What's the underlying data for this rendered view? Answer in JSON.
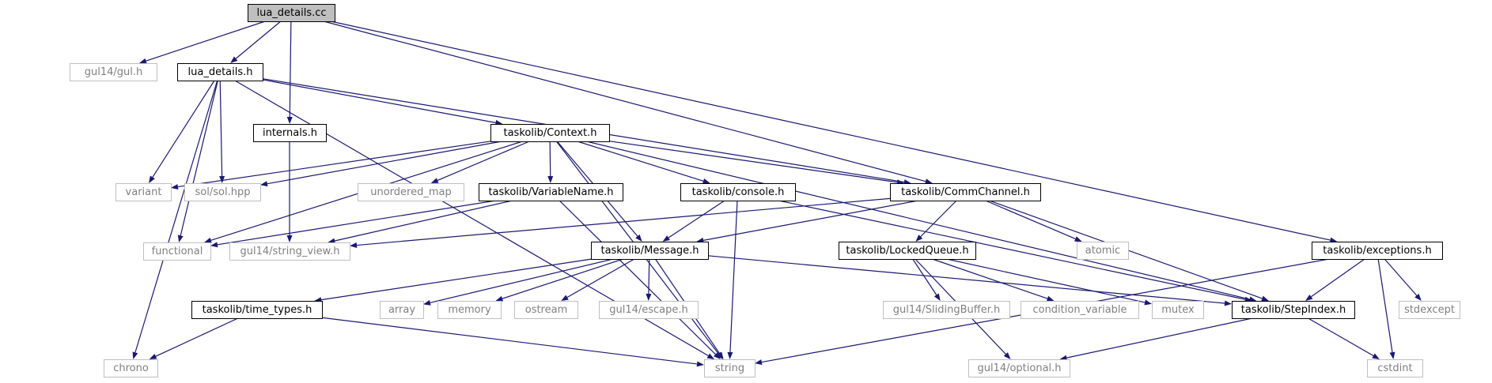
{
  "diagram": {
    "nodes": [
      {
        "id": "lua_details_cc",
        "label": "lua_details.cc",
        "kind": "root"
      },
      {
        "id": "gul14_gul_h",
        "label": "gul14/gul.h",
        "kind": "system"
      },
      {
        "id": "lua_details_h",
        "label": "lua_details.h",
        "kind": "project"
      },
      {
        "id": "internals_h",
        "label": "internals.h",
        "kind": "project"
      },
      {
        "id": "context_h",
        "label": "taskolib/Context.h",
        "kind": "project"
      },
      {
        "id": "commchannel_h",
        "label": "taskolib/CommChannel.h",
        "kind": "project"
      },
      {
        "id": "exceptions_h",
        "label": "taskolib/exceptions.h",
        "kind": "project"
      },
      {
        "id": "variant",
        "label": "variant",
        "kind": "system"
      },
      {
        "id": "sol_hpp",
        "label": "sol/sol.hpp",
        "kind": "system"
      },
      {
        "id": "unordered_map",
        "label": "unordered_map",
        "kind": "system"
      },
      {
        "id": "variablename_h",
        "label": "taskolib/VariableName.h",
        "kind": "project"
      },
      {
        "id": "console_h",
        "label": "taskolib/console.h",
        "kind": "project"
      },
      {
        "id": "functional",
        "label": "functional",
        "kind": "system"
      },
      {
        "id": "string_view_h",
        "label": "gul14/string_view.h",
        "kind": "system"
      },
      {
        "id": "message_h",
        "label": "taskolib/Message.h",
        "kind": "project"
      },
      {
        "id": "lockedqueue_h",
        "label": "taskolib/LockedQueue.h",
        "kind": "project"
      },
      {
        "id": "atomic",
        "label": "atomic",
        "kind": "system"
      },
      {
        "id": "time_types_h",
        "label": "taskolib/time_types.h",
        "kind": "project"
      },
      {
        "id": "array",
        "label": "array",
        "kind": "system"
      },
      {
        "id": "memory",
        "label": "memory",
        "kind": "system"
      },
      {
        "id": "ostream",
        "label": "ostream",
        "kind": "system"
      },
      {
        "id": "escape_h",
        "label": "gul14/escape.h",
        "kind": "system"
      },
      {
        "id": "slidingbuffer_h",
        "label": "gul14/SlidingBuffer.h",
        "kind": "system"
      },
      {
        "id": "condition_variable",
        "label": "condition_variable",
        "kind": "system"
      },
      {
        "id": "mutex",
        "label": "mutex",
        "kind": "system"
      },
      {
        "id": "stepindex_h",
        "label": "taskolib/StepIndex.h",
        "kind": "project"
      },
      {
        "id": "stdexcept",
        "label": "stdexcept",
        "kind": "system"
      },
      {
        "id": "chrono",
        "label": "chrono",
        "kind": "system"
      },
      {
        "id": "string",
        "label": "string",
        "kind": "system"
      },
      {
        "id": "optional_h",
        "label": "gul14/optional.h",
        "kind": "system"
      },
      {
        "id": "cstdint",
        "label": "cstdint",
        "kind": "system"
      }
    ],
    "edges": [
      [
        "lua_details_cc",
        "gul14_gul_h"
      ],
      [
        "lua_details_cc",
        "lua_details_h"
      ],
      [
        "lua_details_cc",
        "internals_h"
      ],
      [
        "lua_details_cc",
        "commchannel_h"
      ],
      [
        "lua_details_cc",
        "exceptions_h"
      ],
      [
        "lua_details_h",
        "chrono"
      ],
      [
        "lua_details_h",
        "functional"
      ],
      [
        "lua_details_h",
        "variant"
      ],
      [
        "lua_details_h",
        "sol_hpp"
      ],
      [
        "lua_details_h",
        "string"
      ],
      [
        "lua_details_h",
        "context_h"
      ],
      [
        "lua_details_h",
        "commchannel_h"
      ],
      [
        "internals_h",
        "string_view_h"
      ],
      [
        "context_h",
        "variant"
      ],
      [
        "context_h",
        "sol_hpp"
      ],
      [
        "context_h",
        "functional"
      ],
      [
        "context_h",
        "unordered_map"
      ],
      [
        "context_h",
        "variablename_h"
      ],
      [
        "context_h",
        "message_h"
      ],
      [
        "context_h",
        "console_h"
      ],
      [
        "context_h",
        "string"
      ],
      [
        "context_h",
        "commchannel_h"
      ],
      [
        "context_h",
        "stepindex_h"
      ],
      [
        "variablename_h",
        "functional"
      ],
      [
        "variablename_h",
        "string_view_h"
      ],
      [
        "variablename_h",
        "string"
      ],
      [
        "console_h",
        "message_h"
      ],
      [
        "console_h",
        "string"
      ],
      [
        "console_h",
        "stepindex_h"
      ],
      [
        "commchannel_h",
        "string_view_h"
      ],
      [
        "commchannel_h",
        "message_h"
      ],
      [
        "commchannel_h",
        "lockedqueue_h"
      ],
      [
        "commchannel_h",
        "atomic"
      ],
      [
        "commchannel_h",
        "stepindex_h"
      ],
      [
        "message_h",
        "time_types_h"
      ],
      [
        "message_h",
        "array"
      ],
      [
        "message_h",
        "memory"
      ],
      [
        "message_h",
        "ostream"
      ],
      [
        "message_h",
        "escape_h"
      ],
      [
        "message_h",
        "string"
      ],
      [
        "message_h",
        "stepindex_h"
      ],
      [
        "lockedqueue_h",
        "optional_h"
      ],
      [
        "lockedqueue_h",
        "slidingbuffer_h"
      ],
      [
        "lockedqueue_h",
        "condition_variable"
      ],
      [
        "lockedqueue_h",
        "mutex"
      ],
      [
        "time_types_h",
        "chrono"
      ],
      [
        "time_types_h",
        "string"
      ],
      [
        "exceptions_h",
        "stepindex_h"
      ],
      [
        "exceptions_h",
        "stdexcept"
      ],
      [
        "exceptions_h",
        "string"
      ],
      [
        "exceptions_h",
        "cstdint"
      ],
      [
        "stepindex_h",
        "cstdint"
      ],
      [
        "stepindex_h",
        "optional_h"
      ]
    ]
  }
}
